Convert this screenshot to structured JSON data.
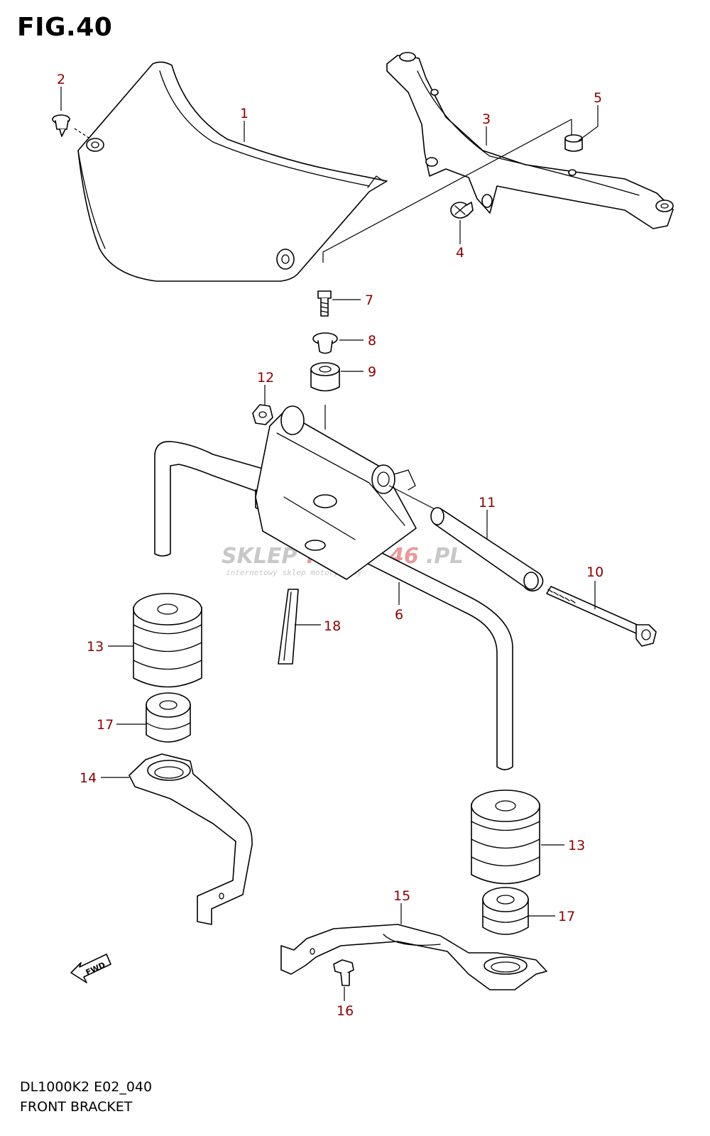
{
  "figure": {
    "title": "FIG.40",
    "code": "DL1000K2 E02_040",
    "name": "FRONT BRACKET",
    "fwd_label": "FWD"
  },
  "watermark": {
    "brand_part1": "SKLEP",
    "brand_part2": "MOTO",
    "brand_part3": "46",
    "brand_part4": ".PL",
    "tagline": "internetowy sklep motocyklowy",
    "colors": {
      "gray": "#c8c8c8",
      "red": "#e89a9a"
    }
  },
  "callout_color": "#8b0000",
  "callouts": [
    {
      "id": "c1",
      "label": "1"
    },
    {
      "id": "c2",
      "label": "2"
    },
    {
      "id": "c3",
      "label": "3"
    },
    {
      "id": "c4",
      "label": "4"
    },
    {
      "id": "c5",
      "label": "5"
    },
    {
      "id": "c6",
      "label": "6"
    },
    {
      "id": "c7",
      "label": "7"
    },
    {
      "id": "c8",
      "label": "8"
    },
    {
      "id": "c9",
      "label": "9"
    },
    {
      "id": "c10",
      "label": "10"
    },
    {
      "id": "c11",
      "label": "11"
    },
    {
      "id": "c12",
      "label": "12"
    },
    {
      "id": "c13a",
      "label": "13"
    },
    {
      "id": "c13b",
      "label": "13"
    },
    {
      "id": "c14",
      "label": "14"
    },
    {
      "id": "c15",
      "label": "15"
    },
    {
      "id": "c16",
      "label": "16"
    },
    {
      "id": "c17a",
      "label": "17"
    },
    {
      "id": "c17b",
      "label": "17"
    },
    {
      "id": "c18",
      "label": "18"
    }
  ]
}
